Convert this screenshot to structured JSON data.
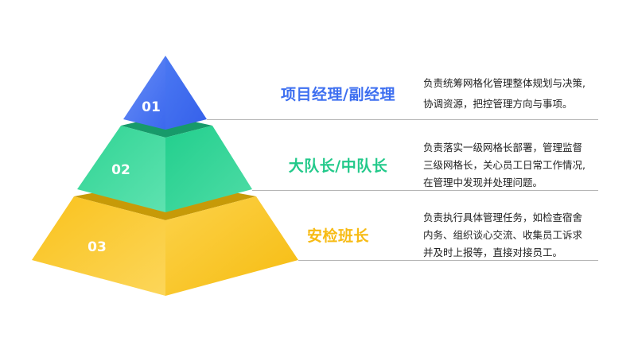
{
  "levels": [
    {
      "number": "01",
      "title": "项目经理/副经理",
      "description": [
        "负责统筹网格化管理整体规划与决策,",
        "协调资源，把控管理方向与事项。"
      ],
      "color": "#3e6ff0"
    },
    {
      "number": "02",
      "title": "大队长/中队长",
      "description": [
        "负责落实一级网格长部署，管理监督",
        "三级网格长，关心员工日常工作情况,",
        "在管理中发现并处理问题。"
      ],
      "color": "#22c98a"
    },
    {
      "number": "03",
      "title": "安检班长",
      "description": [
        "负责执行具体管理任务，如检查宿舍",
        "内务、组织谈心交流、收集员工诉求",
        "并及时上报等，直接对接员工。"
      ],
      "color": "#f7bb14"
    }
  ]
}
